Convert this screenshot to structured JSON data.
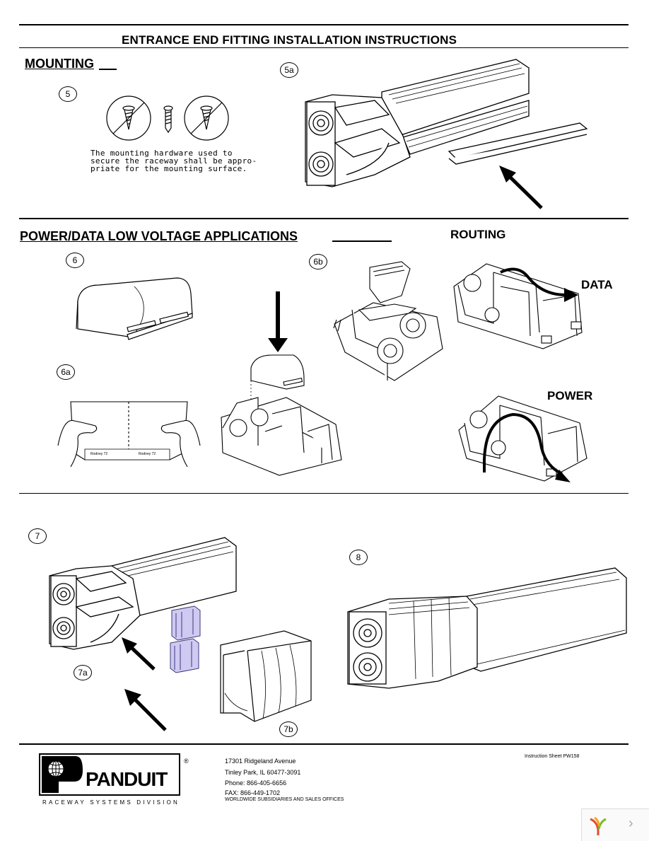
{
  "header": {
    "title": "ENTRANCE END FITTING INSTALLATION INSTRUCTIONS"
  },
  "mounting": {
    "heading": "MOUNTING",
    "step_5": "5",
    "step_5a": "5a",
    "note_lines": [
      "The mounting hardware used to",
      "secure the raceway shall be appro-",
      "priate for the mounting surface."
    ]
  },
  "power_data": {
    "heading": "POWER/DATA LOW VOLTAGE APPLICATIONS",
    "step_6": "6",
    "step_6a": "6a",
    "step_6b": "6b",
    "routing_label": "ROUTING",
    "data_label": "DATA",
    "power_label": "POWER",
    "cover_text_1": "Rodney 72",
    "cover_text_2": "Rodney 72"
  },
  "assembly": {
    "step_7": "7",
    "step_7a": "7a",
    "step_7b": "7b",
    "step_8": "8"
  },
  "footer": {
    "brand": "PANDUIT",
    "registered": "®",
    "division": "RACEWAY SYSTEMS DIVISION",
    "address_line_1": "17301 Ridgeland Avenue",
    "address_line_2": "Tinley Park, IL 60477-3091",
    "phone": "Phone: 866-405-6656",
    "fax": "FAX: 866-449-1702",
    "worldwide": "WORLDWIDE SUBSIDIARIES AND SALES OFFICES",
    "sheet": "Instruction Sheet PW158",
    "nav_arrow": "›"
  }
}
